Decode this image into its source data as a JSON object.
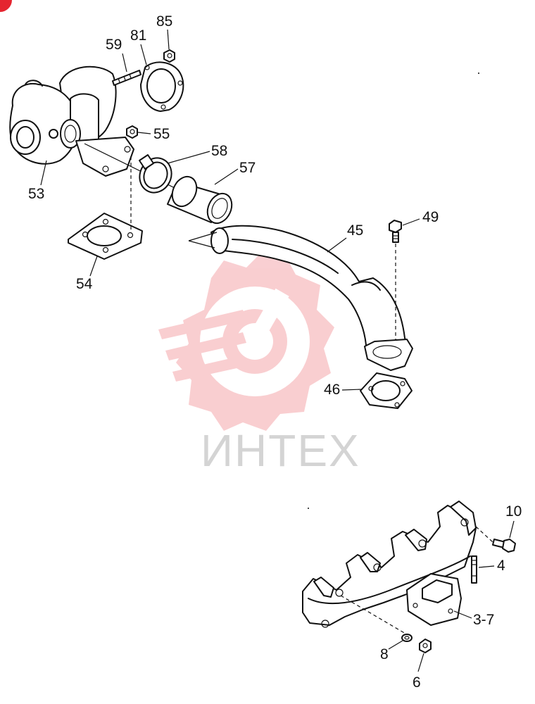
{
  "watermark": {
    "text": "ИНТЕХ",
    "color": "#e52530"
  },
  "labels": {
    "l53": "53",
    "l54": "54",
    "l55": "55",
    "l59": "59",
    "l81": "81",
    "l85": "85",
    "l58": "58",
    "l57": "57",
    "l45": "45",
    "l49": "49",
    "l46": "46",
    "l10": "10",
    "l4": "4",
    "l3_7": "3-7",
    "l8": "8",
    "l6": "6"
  }
}
